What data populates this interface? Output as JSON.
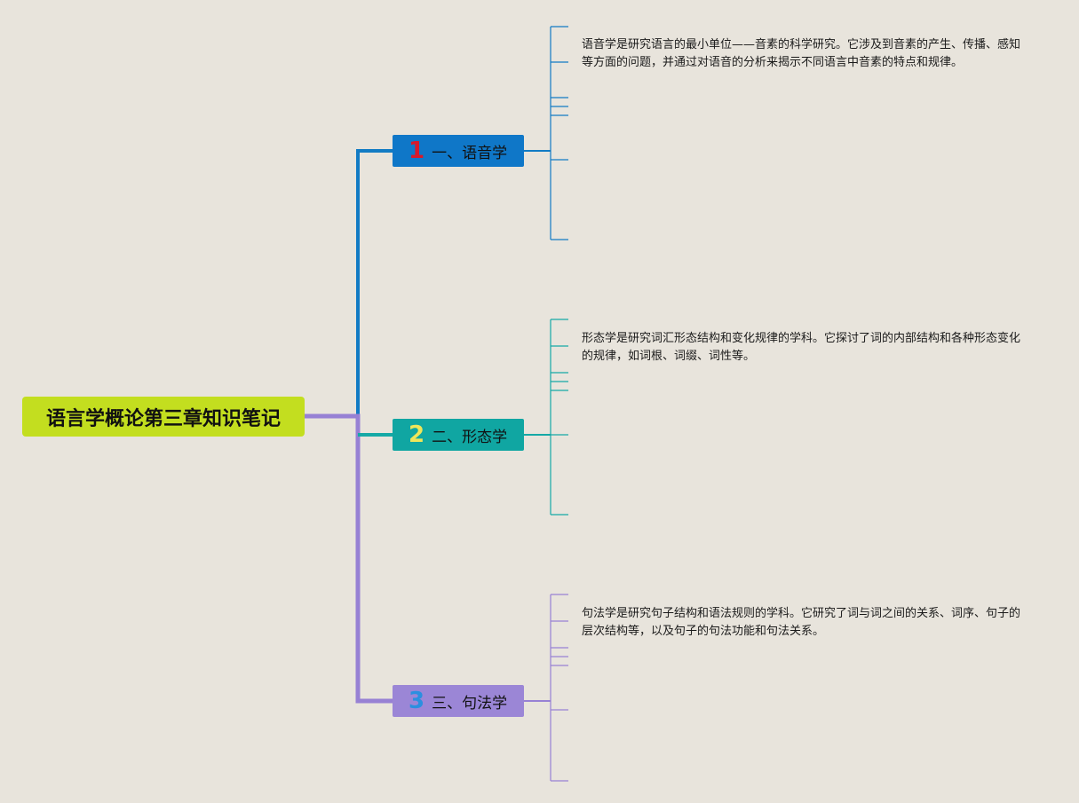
{
  "root": {
    "title": "语言学概论第三章知识笔记",
    "color": "#c3de1f"
  },
  "branches": [
    {
      "number": "1",
      "number_color": "#d7192a",
      "label": "一、语音学",
      "box_color": "#0f77c8",
      "line_color": "#127bc4",
      "note": "语音学是研究语言的最小单位——音素的科学研究。它涉及到音素的产生、传播、感知等方面的问题，并通过对语音的分析来揭示不同语言中音素的特点和规律。"
    },
    {
      "number": "2",
      "number_color": "#eee65a",
      "label": "二、形态学",
      "box_color": "#10a6a2",
      "line_color": "#15a9a6",
      "note": "形态学是研究词汇形态结构和变化规律的学科。它探讨了词的内部结构和各种形态变化的规律，如词根、词缀、词性等。"
    },
    {
      "number": "3",
      "number_color": "#2b8fe0",
      "label": "三、句法学",
      "box_color": "#9b86d6",
      "line_color": "#9781d4",
      "note": "句法学是研究句子结构和语法规则的学科。它研究了词与词之间的关系、词序、句子的层次结构等，以及句子的句法功能和句法关系。"
    }
  ]
}
